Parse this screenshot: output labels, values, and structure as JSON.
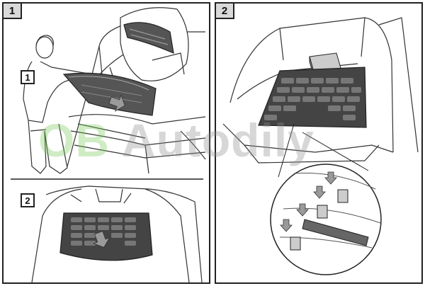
{
  "panels": {
    "left": {
      "number": "1"
    },
    "right": {
      "number": "2"
    }
  },
  "sub_steps": {
    "step1": "1",
    "step2": "2"
  },
  "watermark": {
    "part1": "OB",
    "part2": "Autodily"
  },
  "colors": {
    "line": "#222222",
    "tab_bg": "#d9d9d9",
    "arrow_fill": "#9a9a9a",
    "mat_fill": "#444444",
    "watermark_green": "#78c85a",
    "watermark_grey": "#8c8c8c"
  }
}
